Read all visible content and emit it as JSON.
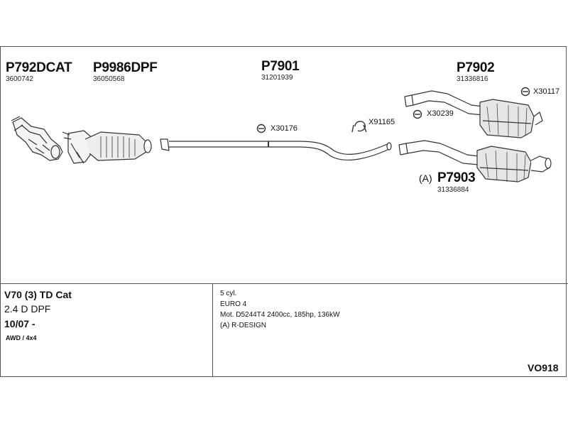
{
  "parts": [
    {
      "code": "P792DCAT",
      "number": "3600742"
    },
    {
      "code": "P9986DPF",
      "number": "36050568"
    },
    {
      "code": "P7901",
      "number": "31201939"
    },
    {
      "code": "P7902",
      "number": "31336816"
    },
    {
      "code": "P7903",
      "number": "31336884",
      "prefix": "(A)"
    }
  ],
  "clamps": [
    "X30176",
    "X91165",
    "X30239",
    "X30117"
  ],
  "vehicle": {
    "model": "V70 (3) TD Cat",
    "engine": "2.4 D DPF",
    "date": "10/07 -",
    "drive": "AWD / 4x4"
  },
  "specs": [
    "5 cyl.",
    "EURO 4",
    "Mot. D5244T4 2400cc, 185hp, 136kW",
    "(A) R-DESIGN"
  ],
  "diagram_code": "VO918"
}
